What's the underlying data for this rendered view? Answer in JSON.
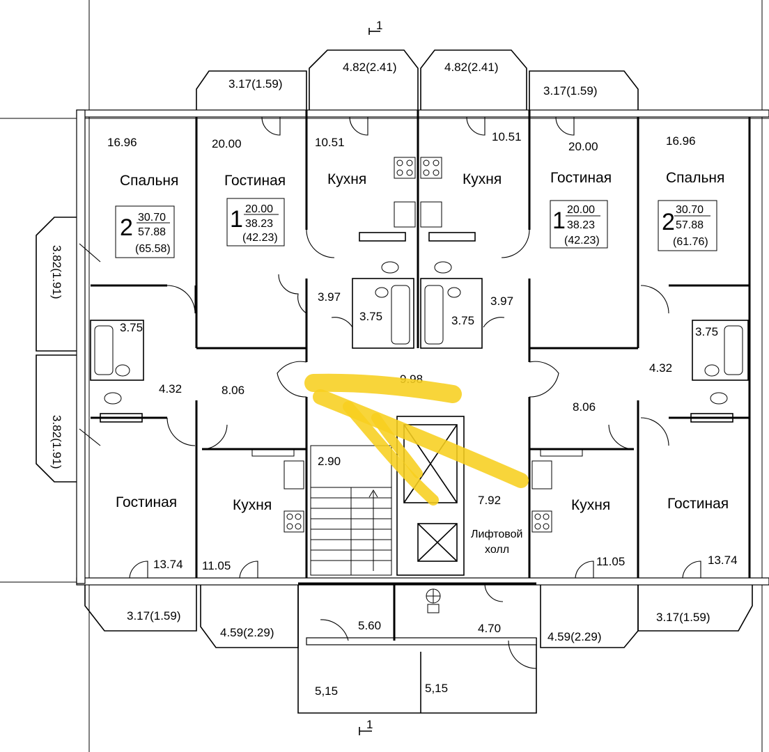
{
  "section_marks": {
    "top": "1",
    "bottom": "1"
  },
  "bays": {
    "top_left_balcony": "3.17(1.59)",
    "top_left_bay": "4.82(2.41)",
    "top_right_bay": "4.82(2.41)",
    "top_right_balcony": "3.17(1.59)",
    "left_loggia_upper": "3.82(1.91)",
    "left_loggia_lower": "3.82(1.91)",
    "bottom_left_balcony": "3.17(1.59)",
    "bottom_left_loggia": "4.59(2.29)",
    "bottom_right_loggia": "4.59(2.29)",
    "bottom_right_balcony": "3.17(1.59)"
  },
  "areas": {
    "bed_left": "16.96",
    "living_left_top": "20.00",
    "kitchen_left_top": "10.51",
    "kitchen_right_top": "10.51",
    "living_right_top": "20.00",
    "bed_right": "16.96",
    "bath_left_outer": "3.75",
    "bath_left_inner": "3.75",
    "bath_right_inner": "3.75",
    "bath_right_outer": "3.75",
    "hall_left_small": "3.97",
    "hall_right_small": "3.97",
    "corr_left": "4.32",
    "hall_left": "8.06",
    "corridor": "9.98",
    "corr_right": "4.32",
    "hall_right": "8.06",
    "stair": "2.90",
    "lift_hall": "7.92",
    "living_left_bottom": "13.74",
    "kitchen_left_bottom": "11.05",
    "kitchen_right_bottom": "11.05",
    "living_right_bottom": "13.74",
    "vestibule": "5.60",
    "tech": "4.70",
    "porch_left": "5,15",
    "porch_right": "5,15"
  },
  "room_names": {
    "bedroom": "Спальня",
    "living": "Гостиная",
    "kitchen": "Кухня",
    "lift_hall_1": "Лифтовой",
    "lift_hall_2": "холл"
  },
  "apartments": [
    {
      "rooms": "2",
      "living": "30.70",
      "total": "57.88",
      "with_balcony": "(65.58)"
    },
    {
      "rooms": "1",
      "living": "20.00",
      "total": "38.23",
      "with_balcony": "(42.23)"
    },
    {
      "rooms": "1",
      "living": "20.00",
      "total": "38.23",
      "with_balcony": "(42.23)"
    },
    {
      "rooms": "2",
      "living": "30.70",
      "total": "57.88",
      "with_balcony": "(61.76)"
    }
  ],
  "annotation": {
    "color": "#f7cf1f",
    "shape": "hand-drawn arrow pointing to the corridor"
  }
}
